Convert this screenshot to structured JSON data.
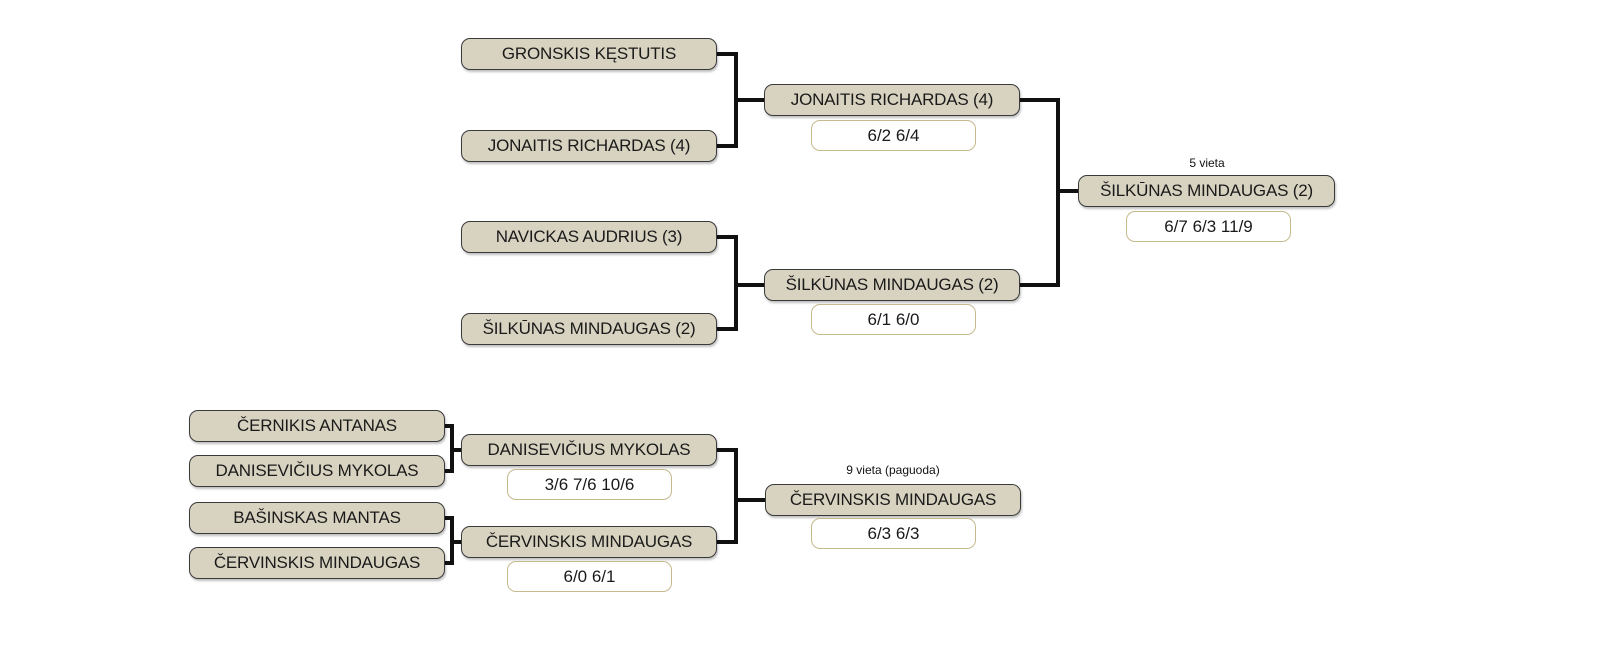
{
  "top": {
    "r1": [
      "GRONSKIS KĘSTUTIS",
      "JONAITIS RICHARDAS (4)",
      "NAVICKAS AUDRIUS (3)",
      "ŠILKŪNAS MINDAUGAS (2)"
    ],
    "r2": [
      {
        "name": "JONAITIS RICHARDAS (4)",
        "score": "6/2 6/4"
      },
      {
        "name": "ŠILKŪNAS MINDAUGAS (2)",
        "score": "6/1 6/0"
      }
    ],
    "final": {
      "label": "5 vieta",
      "name": "ŠILKŪNAS MINDAUGAS (2)",
      "score": "6/7 6/3 11/9"
    }
  },
  "bottom": {
    "r1": [
      "ČERNIKIS ANTANAS",
      "DANISEVIČIUS MYKOLAS",
      "BAŠINSKAS MANTAS",
      "ČERVINSKIS MINDAUGAS"
    ],
    "r2": [
      {
        "name": "DANISEVIČIUS MYKOLAS",
        "score": "3/6 7/6 10/6"
      },
      {
        "name": "ČERVINSKIS MINDAUGAS",
        "score": "6/0 6/1"
      }
    ],
    "final": {
      "label": "9 vieta (paguoda)",
      "name": "ČERVINSKIS MINDAUGAS",
      "score": "6/3 6/3"
    }
  }
}
